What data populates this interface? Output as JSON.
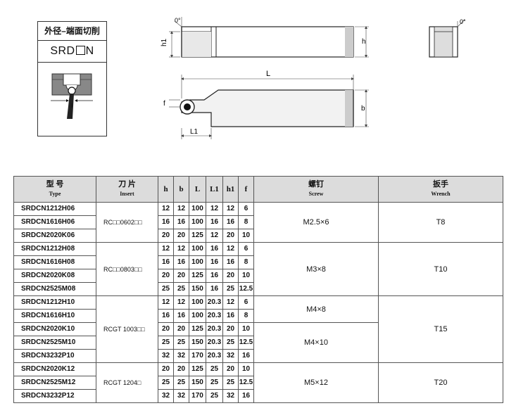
{
  "card": {
    "title": "外径–端面切削",
    "code_prefix": "SRD",
    "code_suffix": "N"
  },
  "drawing": {
    "angle_left": "0°",
    "angle_right": "0°",
    "dim_h1": "h1",
    "dim_h": "h",
    "dim_L": "L",
    "dim_f": "f",
    "dim_b": "b",
    "dim_L1": "L1"
  },
  "table": {
    "headers": [
      {
        "cn": "型 号",
        "en": "Type"
      },
      {
        "cn": "刀 片",
        "en": "Insert"
      },
      {
        "cn": "h",
        "en": ""
      },
      {
        "cn": "b",
        "en": ""
      },
      {
        "cn": "L",
        "en": ""
      },
      {
        "cn": "L1",
        "en": ""
      },
      {
        "cn": "h1",
        "en": ""
      },
      {
        "cn": "f",
        "en": ""
      },
      {
        "cn": "螺钉",
        "en": "Screw"
      },
      {
        "cn": "扳手",
        "en": "Wrench"
      }
    ],
    "rows": [
      {
        "type": "SRDCN1212H06",
        "h": "12",
        "b": "12",
        "L": "100",
        "L1": "12",
        "h1": "12",
        "f": "6"
      },
      {
        "type": "SRDCN1616H06",
        "h": "16",
        "b": "16",
        "L": "100",
        "L1": "16",
        "h1": "16",
        "f": "8"
      },
      {
        "type": "SRDCN2020K06",
        "h": "20",
        "b": "20",
        "L": "125",
        "L1": "12",
        "h1": "20",
        "f": "10"
      },
      {
        "type": "SRDCN1212H08",
        "h": "12",
        "b": "12",
        "L": "100",
        "L1": "16",
        "h1": "12",
        "f": "6"
      },
      {
        "type": "SRDCN1616H08",
        "h": "16",
        "b": "16",
        "L": "100",
        "L1": "16",
        "h1": "16",
        "f": "8"
      },
      {
        "type": "SRDCN2020K08",
        "h": "20",
        "b": "20",
        "L": "125",
        "L1": "16",
        "h1": "20",
        "f": "10"
      },
      {
        "type": "SRDCN2525M08",
        "h": "25",
        "b": "25",
        "L": "150",
        "L1": "16",
        "h1": "25",
        "f": "12.5"
      },
      {
        "type": "SRDCN1212H10",
        "h": "12",
        "b": "12",
        "L": "100",
        "L1": "20.3",
        "h1": "12",
        "f": "6"
      },
      {
        "type": "SRDCN1616H10",
        "h": "16",
        "b": "16",
        "L": "100",
        "L1": "20.3",
        "h1": "16",
        "f": "8"
      },
      {
        "type": "SRDCN2020K10",
        "h": "20",
        "b": "20",
        "L": "125",
        "L1": "20.3",
        "h1": "20",
        "f": "10"
      },
      {
        "type": "SRDCN2525M10",
        "h": "25",
        "b": "25",
        "L": "150",
        "L1": "20.3",
        "h1": "25",
        "f": "12.5"
      },
      {
        "type": "SRDCN3232P10",
        "h": "32",
        "b": "32",
        "L": "170",
        "L1": "20.3",
        "h1": "32",
        "f": "16"
      },
      {
        "type": "SRDCN2020K12",
        "h": "20",
        "b": "20",
        "L": "125",
        "L1": "25",
        "h1": "20",
        "f": "10"
      },
      {
        "type": "SRDCN2525M12",
        "h": "25",
        "b": "25",
        "L": "150",
        "L1": "25",
        "h1": "25",
        "f": "12.5"
      },
      {
        "type": "SRDCN3232P12",
        "h": "32",
        "b": "32",
        "L": "170",
        "L1": "25",
        "h1": "32",
        "f": "16"
      }
    ],
    "inserts": [
      "RC□□0602□□",
      "RC□□0803□□",
      "RCGT 1003□□",
      "RCGT 1204□"
    ],
    "screws": [
      "M2.5×6",
      "M3×8",
      "M4×8",
      "M4×10",
      "M5×12"
    ],
    "wrenches": [
      "T8",
      "T10",
      "T15",
      "T20"
    ]
  }
}
